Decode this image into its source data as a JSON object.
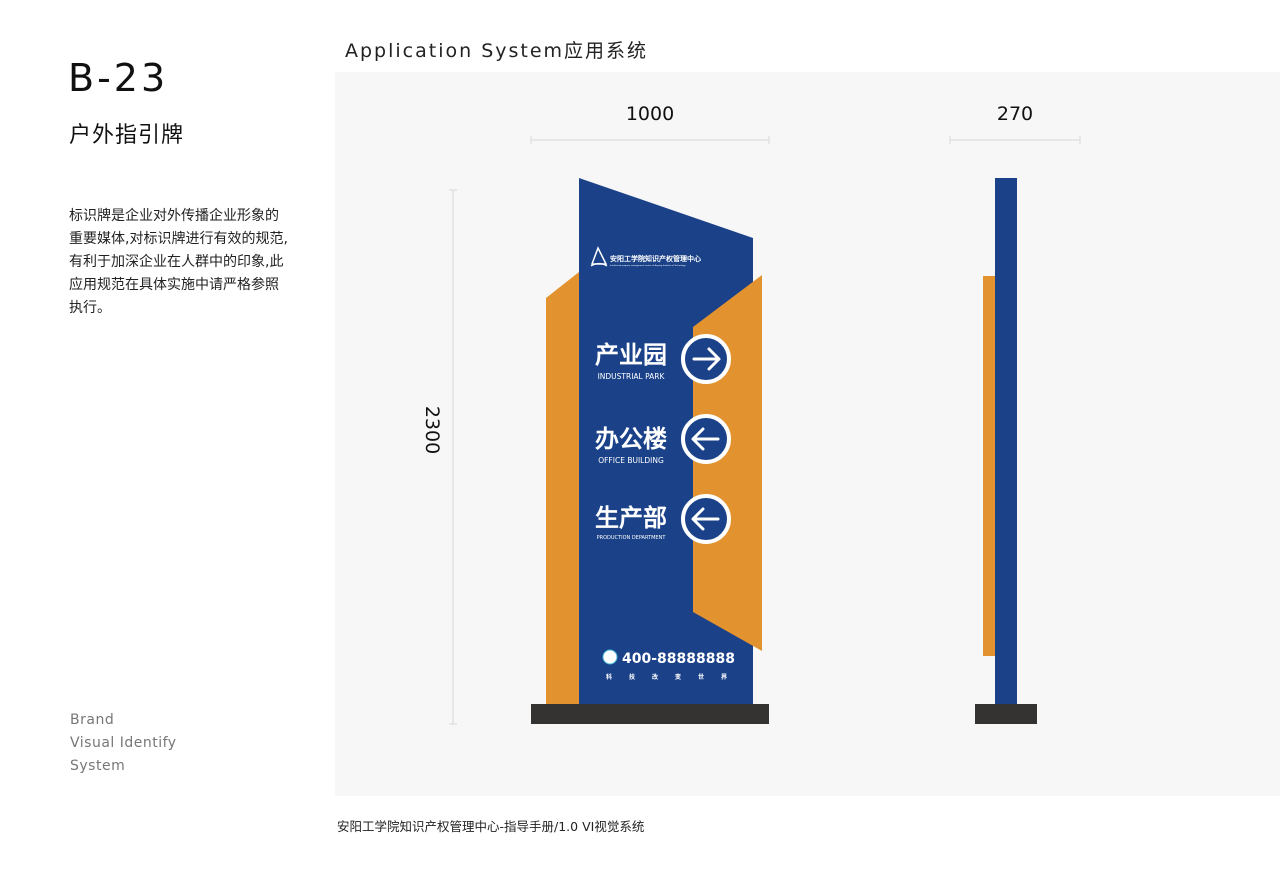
{
  "page": {
    "code": "B-23",
    "title": "户外指引牌",
    "description": "标识牌是企业对外传播企业形象的重要媒体,对标识牌进行有效的规范,有利于加深企业在人群中的印象,此应用规范在具体实施中请严格参照执行。",
    "brand_lines": [
      "Brand",
      "Visual Identify",
      "System"
    ],
    "section_title": "Application System应用系统",
    "footer": "安阳工学院知识产权管理中心-指导手册/1.0 VI视觉系统"
  },
  "dimensions": {
    "front_width": "1000",
    "side_width": "270",
    "height": "2300"
  },
  "sign": {
    "logo_text": "安阳工学院知识产权管理中心",
    "logo_subtext": "Intellectual property management center of Anyang Institute of Technology",
    "directions": [
      {
        "cn": "产业园",
        "en": "INDUSTRIAL PARK",
        "arrow": "right"
      },
      {
        "cn": "办公楼",
        "en": "OFFICE BUILDING",
        "arrow": "left"
      },
      {
        "cn": "生产部",
        "en": "PRODUCTION DEPARTMENT",
        "arrow": "left"
      }
    ],
    "phone": "400-88888888",
    "slogan": [
      "科",
      "技",
      "改",
      "变",
      "世",
      "界"
    ]
  },
  "colors": {
    "blue": "#1b4289",
    "orange": "#e2932f",
    "base": "#343331",
    "panel_bg": "#f7f7f7"
  }
}
